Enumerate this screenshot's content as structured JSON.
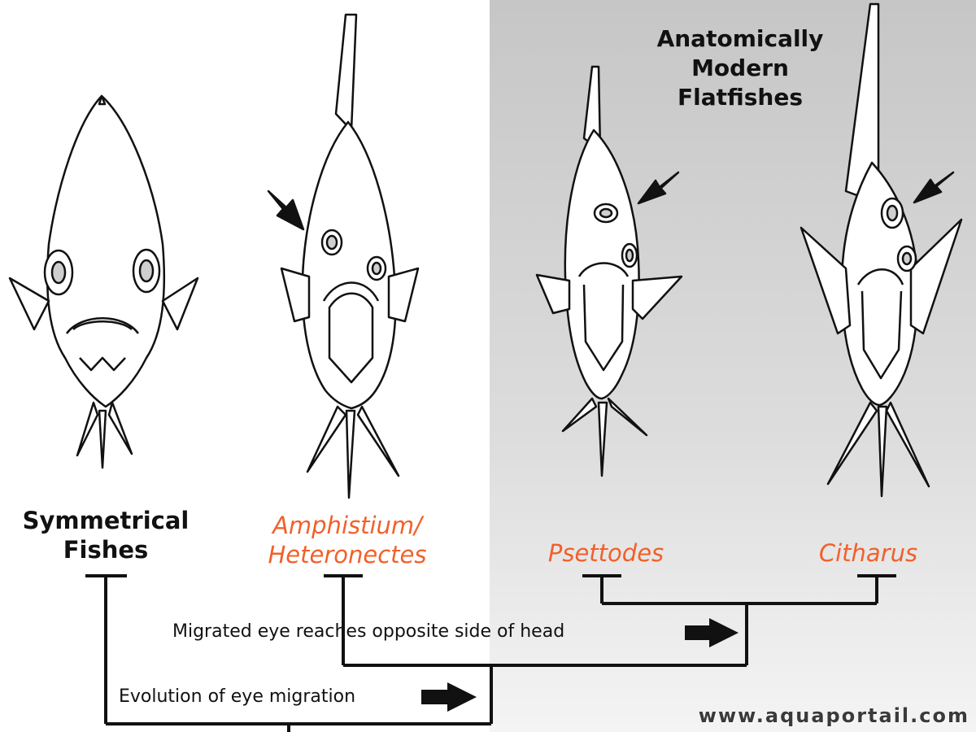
{
  "group_title": {
    "line1": "Anatomically",
    "line2": "Modern",
    "line3": "Flatfishes"
  },
  "taxa": [
    {
      "line1": "Symmetrical",
      "line2": "Fishes"
    },
    {
      "line1": "Amphistium/",
      "line2": "Heteronectes"
    },
    {
      "line1": "Psettodes"
    },
    {
      "line1": "Citharus"
    }
  ],
  "notes": {
    "migrated": "Migrated eye reaches opposite side of head",
    "evolution": "Evolution of eye migration"
  },
  "watermark": "www.aquaportail.com",
  "colors": {
    "taxon_highlight": "#f2602a",
    "shaded_panel": "#cfcfcf",
    "ink": "#111111"
  }
}
